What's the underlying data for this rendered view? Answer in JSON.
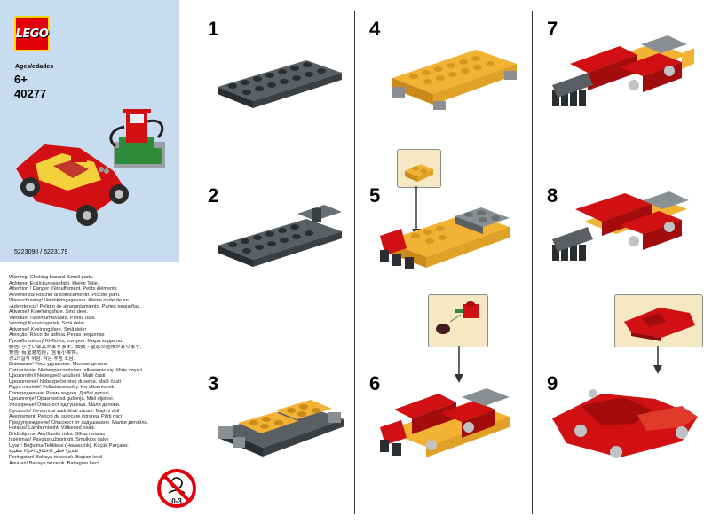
{
  "brand": {
    "logo_text": "LEGO"
  },
  "product": {
    "ages_label": "Ages/edades",
    "age": "6+",
    "set_number": "40277",
    "codes": "5223090 / 6223179"
  },
  "warnings": [
    "Warning! Choking hazard. Small parts.",
    "Achtung! Erstickungsgefahr. Kleine Teile.",
    "Attention ! Danger d'étouffement. Petits éléments",
    "Avvertenza! Rischio di soffocamento. Piccole parti.",
    "Waarschuwing! Verstikkingsgevaar. Kleine onderde en.",
    "¡Advertencia! Peligro de atragantamiento. Partes pequeñas.",
    "Advarsel! Kvælningsfare. Små dele.",
    "Varoitus! Tukehtumisvaara. Pieniä osia.",
    "Varning! Kvävningsrisk. Små delar.",
    "Advarsel! Kvelningsfare. Små deler",
    "Atenção! Risco de asfixia. Peças pequenas",
    "Προειδοποίηση! Κίνδυνος πνιγμού. Μικρά κομμάτια.",
    "警告! 小さい部品があります。誤飲・窒息の危険があります。",
    "警告: 有窒息危险，含有小零件。",
    "경고! 질식 위험. 작은 부품 포함.",
    "Внимание! Риск удушения. Мелкие детали.",
    "Ostrzeżenie! Niebezpieczeństwo udławienia się. Małe części",
    "Upozornění! Nebezpečí udušení. Malé části",
    "Upozornenie! Nebezpečenstvo dusenia. Malé časti",
    "Figye mezteté! Fulladásveszély. Kis alkatrészek.",
    "Попередження! Ризик задухи. Дрібні деталі.",
    "Upozorenje! Opasnost od gušenja. Mali dijelovi.",
    "Упозорење! Опасност од гушења. Мали делови.",
    "Opozorilo! Nevarnost zadušitve zaradi. Majhni deli",
    "Avertisment! Pericol de sufocare intrarea. Părţi mici",
    "Предупреждение! Опасност от задушаване. Малки детайли.",
    "Hoiatus! Lämbumisoht. Väikesed osad.",
    "Brīdinājums! Aizrīšanās risks. Sīkas detaļas",
    "Įspėjimas! Pavojus užspringti. Smulkios dalys",
    "Uyarı! Boğulma Tehlikesi (Havasızlık). Küçük Parçalar.",
    "تحذير! خطر الاختناق. أجزاء صغيرة",
    "Peringatan! Bahaya tersedak. Bagian kecil",
    "Amaran! Bahaya tercekik. Bahagian kecil."
  ],
  "age_warning_badge": "0-3",
  "steps": [
    {
      "num": "1"
    },
    {
      "num": "2"
    },
    {
      "num": "3"
    },
    {
      "num": "4"
    },
    {
      "num": "5"
    },
    {
      "num": "6"
    },
    {
      "num": "7"
    },
    {
      "num": "8"
    },
    {
      "num": "9"
    }
  ],
  "colors": {
    "blue_panel": "#c8dcef",
    "red": "#d01012",
    "yellow": "#f2b233",
    "dark_gray": "#3b3f42",
    "light_gray": "#8a8f93",
    "callout": "#f7e8c4"
  }
}
